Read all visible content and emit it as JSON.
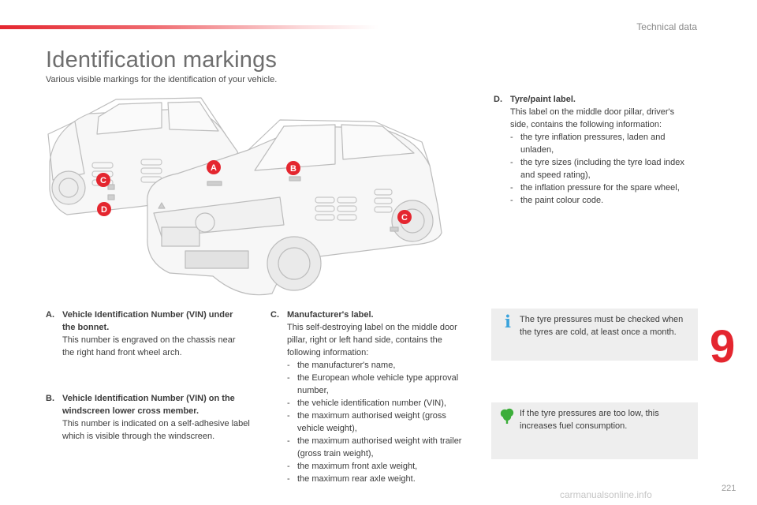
{
  "header": {
    "section": "Technical data"
  },
  "page": {
    "title": "Identification markings",
    "subtitle": "Various visible markings for the identification of your vehicle."
  },
  "markers": {
    "a": "A",
    "b": "B",
    "c": "C",
    "d": "D"
  },
  "entries": {
    "a": {
      "letter": "A.",
      "heading": "Vehicle Identification Number (VIN) under the bonnet.",
      "text": "This number is engraved on the chassis near the right hand front wheel arch."
    },
    "b": {
      "letter": "B.",
      "heading": "Vehicle Identification Number (VIN) on the windscreen lower cross member.",
      "text": "This number is indicated on a self-adhesive label which is visible through the windscreen."
    },
    "c": {
      "letter": "C.",
      "heading": "Manufacturer's label.",
      "text": "This self-destroying label on the middle door pillar, right or left hand side, contains the following information:",
      "items": [
        "the manufacturer's name,",
        "the European whole vehicle type approval number,",
        "the vehicle identification number (VIN),",
        "the maximum authorised weight (gross vehicle weight),",
        "the maximum authorised weight with trailer (gross train weight),",
        "the maximum front axle weight,",
        "the maximum rear axle weight."
      ]
    },
    "d": {
      "letter": "D.",
      "heading": "Tyre/paint label.",
      "text": "This label on the middle door pillar, driver's side, contains the following information:",
      "items": [
        "the tyre inflation pressures, laden and unladen,",
        "the tyre sizes (including the tyre load index and speed rating),",
        "the inflation pressure for the spare wheel,",
        "the paint colour code."
      ]
    }
  },
  "notes": {
    "info": "The tyre pressures must be checked when the tyres are cold, at least once a month.",
    "eco": "If the tyre pressures are too low, this increases fuel consumption."
  },
  "chapter": "9",
  "page_number": "221",
  "watermark": "carmanualsonline.info",
  "colors": {
    "accent": "#e4262f",
    "info_icon": "#3aa3dc",
    "eco_icon": "#3cae3a",
    "note_bg": "#eeeeee"
  },
  "icons": {
    "info": "info-icon",
    "eco": "leaf-icon"
  }
}
